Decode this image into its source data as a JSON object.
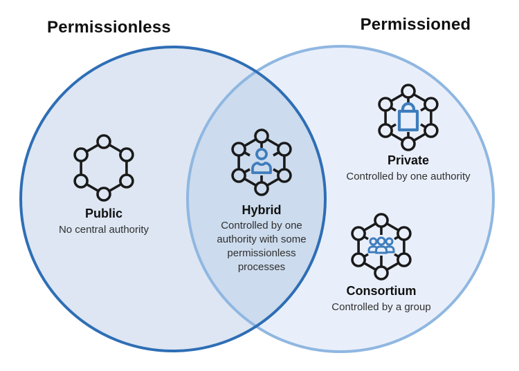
{
  "diagram": {
    "type": "venn",
    "left_title": "Permissionless",
    "right_title": "Permissioned",
    "colors": {
      "left_circle_stroke": "#2e6eb5",
      "right_circle_stroke": "#8fb7e1",
      "left_fill": "#dde6f2",
      "right_fill": "#e9effa",
      "overlap_fill": "#ccdbed",
      "icon_outline": "#1a1a1a",
      "accent_blue": "#3e7dbd",
      "label_text": "#101010",
      "description_text": "#2f2f2f"
    },
    "items": {
      "public": {
        "label": "Public",
        "description": "No central authority",
        "region": "permissionless",
        "icon": "network-icon"
      },
      "hybrid": {
        "label": "Hybrid",
        "description": "Controlled by one authority with some permissionless processes",
        "region": "overlap",
        "icon": "network-person-icon"
      },
      "private": {
        "label": "Private",
        "description": "Controlled by one authority",
        "region": "permissioned",
        "icon": "network-lock-icon"
      },
      "consortium": {
        "label": "Consortium",
        "description": "Controlled by a group",
        "region": "permissioned",
        "icon": "network-people-icon"
      }
    }
  }
}
